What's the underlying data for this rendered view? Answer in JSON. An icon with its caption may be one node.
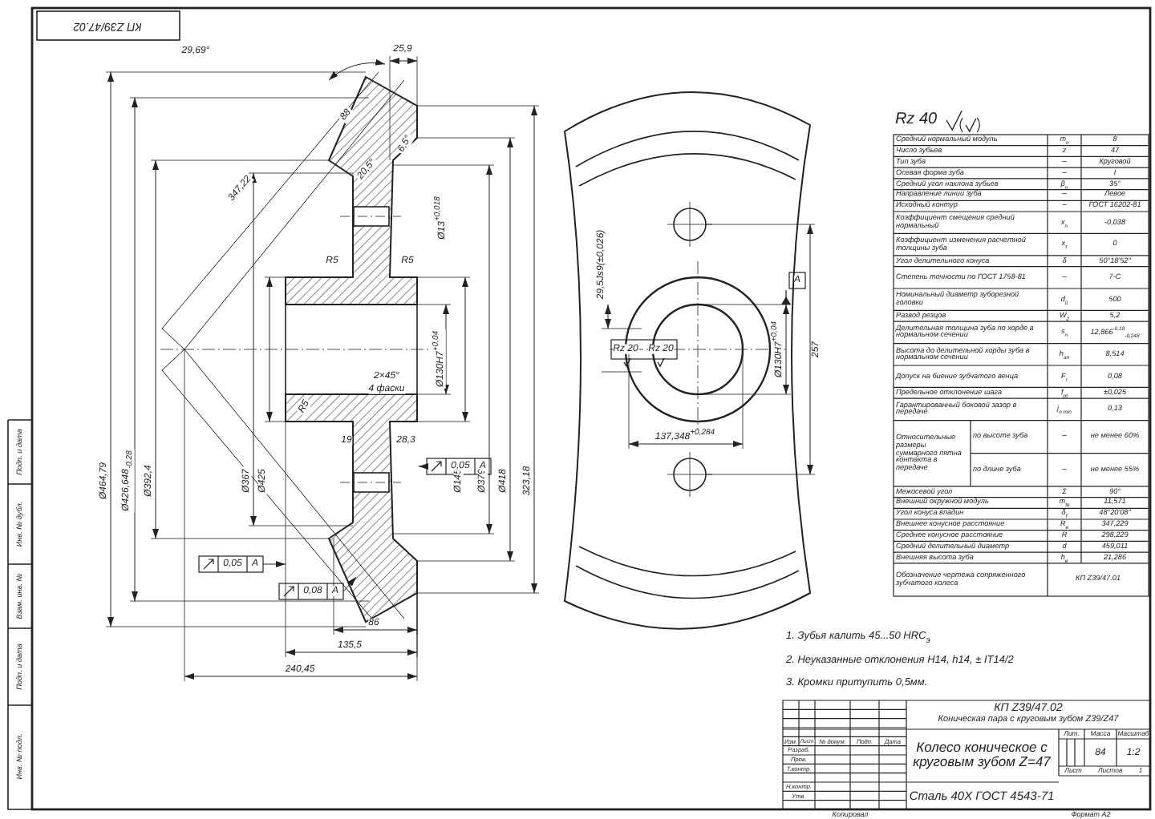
{
  "diagram": {
    "labels": [
      "29,69°",
      "25,9",
      "88",
      "20,5°",
      "6,5°",
      "347,22",
      "R5",
      "R5",
      "Ø13$^{+0,018}$",
      "Ø464,79",
      "Ø426,648$_{-0,28}$",
      "Ø392,4",
      "Ø367",
      "Ø425",
      "Ø130H7$^{+0,04}$",
      "Ø145",
      "Ø379",
      "Ø418",
      "323,18",
      "2×45°",
      "4 фаски",
      "R5",
      "19",
      "28,3",
      "0,05",
      "A",
      "0,05",
      "A",
      "0,08",
      "A",
      "86",
      "135,5",
      "240,45",
      "29,5Js9(±0,026)",
      "Rz 20",
      "Rz 20",
      "A",
      "Ø130H7$^{+0,04}$",
      "257",
      "137,348$^{+0,284}$",
      "Rz 40",
      "КП Z39/47.02",
      "Подп. и дата",
      "Инв. № дубл.",
      "Взам. инв. №",
      "Подп. и дата",
      "Инв. № подл.",
      "Средний нормальный модуль",
      "m$_{n}$",
      "8",
      "Число зубьев",
      "z",
      "47",
      "Тип зуба",
      "–",
      "Круговой",
      "Осевая форма зуба",
      "–",
      "I",
      "Средний угол наклона зубьев",
      "β$_{n}$",
      "35°",
      "Направление линии зуба",
      "–",
      "Левое",
      "Исходный контур",
      "–",
      "ГОСТ 16202-81",
      "Коэффициент смещения средний нормальный",
      "x$_{n}$",
      "-0,038",
      "Коэффициент изменения расчетной толщины зуба",
      "x$_{τ}$",
      "0",
      "Угол делительного конуса",
      "δ",
      "50°18'52\"",
      "Степень точности по ГОСТ 1758-81",
      "–",
      "7-С",
      "Номинальный диаметр зуборезной головки",
      "d$_{0}$",
      "500",
      "Развод резцов",
      "W$_{2}$",
      "5,2",
      "Делительная толщина зуба по хорде в нормальном сечении",
      "s$_{n}$",
      "12,866$^{-0,18}$$_{-0,248}$",
      "Высота до делительной хорды зуба в нормальном сечении",
      "h$_{an}$",
      "8,514",
      "Допуск на биение зубчатого венца",
      "F$_{r}$",
      "0,08",
      "Предельное отклонение шага",
      "f$_{pt}$",
      "±0,025",
      "Гарантированный боковой зазор в передаче",
      "j$_{n min}$",
      "0,13",
      "Относительные размеры суммарного пятна контакта в передаче",
      "по высоте зуба",
      "–",
      "не менее 60%",
      "по длине зуба",
      "–",
      "не менее 55%",
      "Межосевой угол",
      "Σ",
      "90°",
      "Внешний окружной модуль",
      "m$_{te}$",
      "11,571",
      "Угол конуса впадин",
      "δ$_{f}$",
      "48°20'08\"",
      "Внешнее конусное расстояние",
      "R$_{e}$",
      "347,229",
      "Среднее конусное расстояние",
      "R",
      "298,229",
      "Средний делительный диаметр",
      "d",
      "459,011",
      "Внешняя высота зуба",
      "h$_{e}$",
      "21,286",
      "Обозначение чертежа сопряженного зубчатого колеса",
      "КП Z39/47.01",
      "1. Зубья калить 45...50 HRC$_{э}$",
      "2. Неуказанные отклонения H14, h14, ± IT14/2",
      "3. Кромки притупить 0,5мм.",
      "КП Z39/47.02",
      "Коническая пара с круговым зубом Z39/Z47",
      "Лит.",
      "Масса",
      "Масштаб",
      "Изм.",
      "Лист",
      "№ докум.",
      "Подп.",
      "Дата",
      "Разраб.",
      "Колесо коническое с круговым зубом Z=47",
      "84",
      "1:2",
      "Пров.",
      "Т.контр.",
      "Лист",
      "Листов",
      "1",
      "Н.контр.",
      "Утв.",
      "Сталь 40Х ГОСТ 4543-71",
      "Копировал",
      "Формат A2"
    ]
  }
}
